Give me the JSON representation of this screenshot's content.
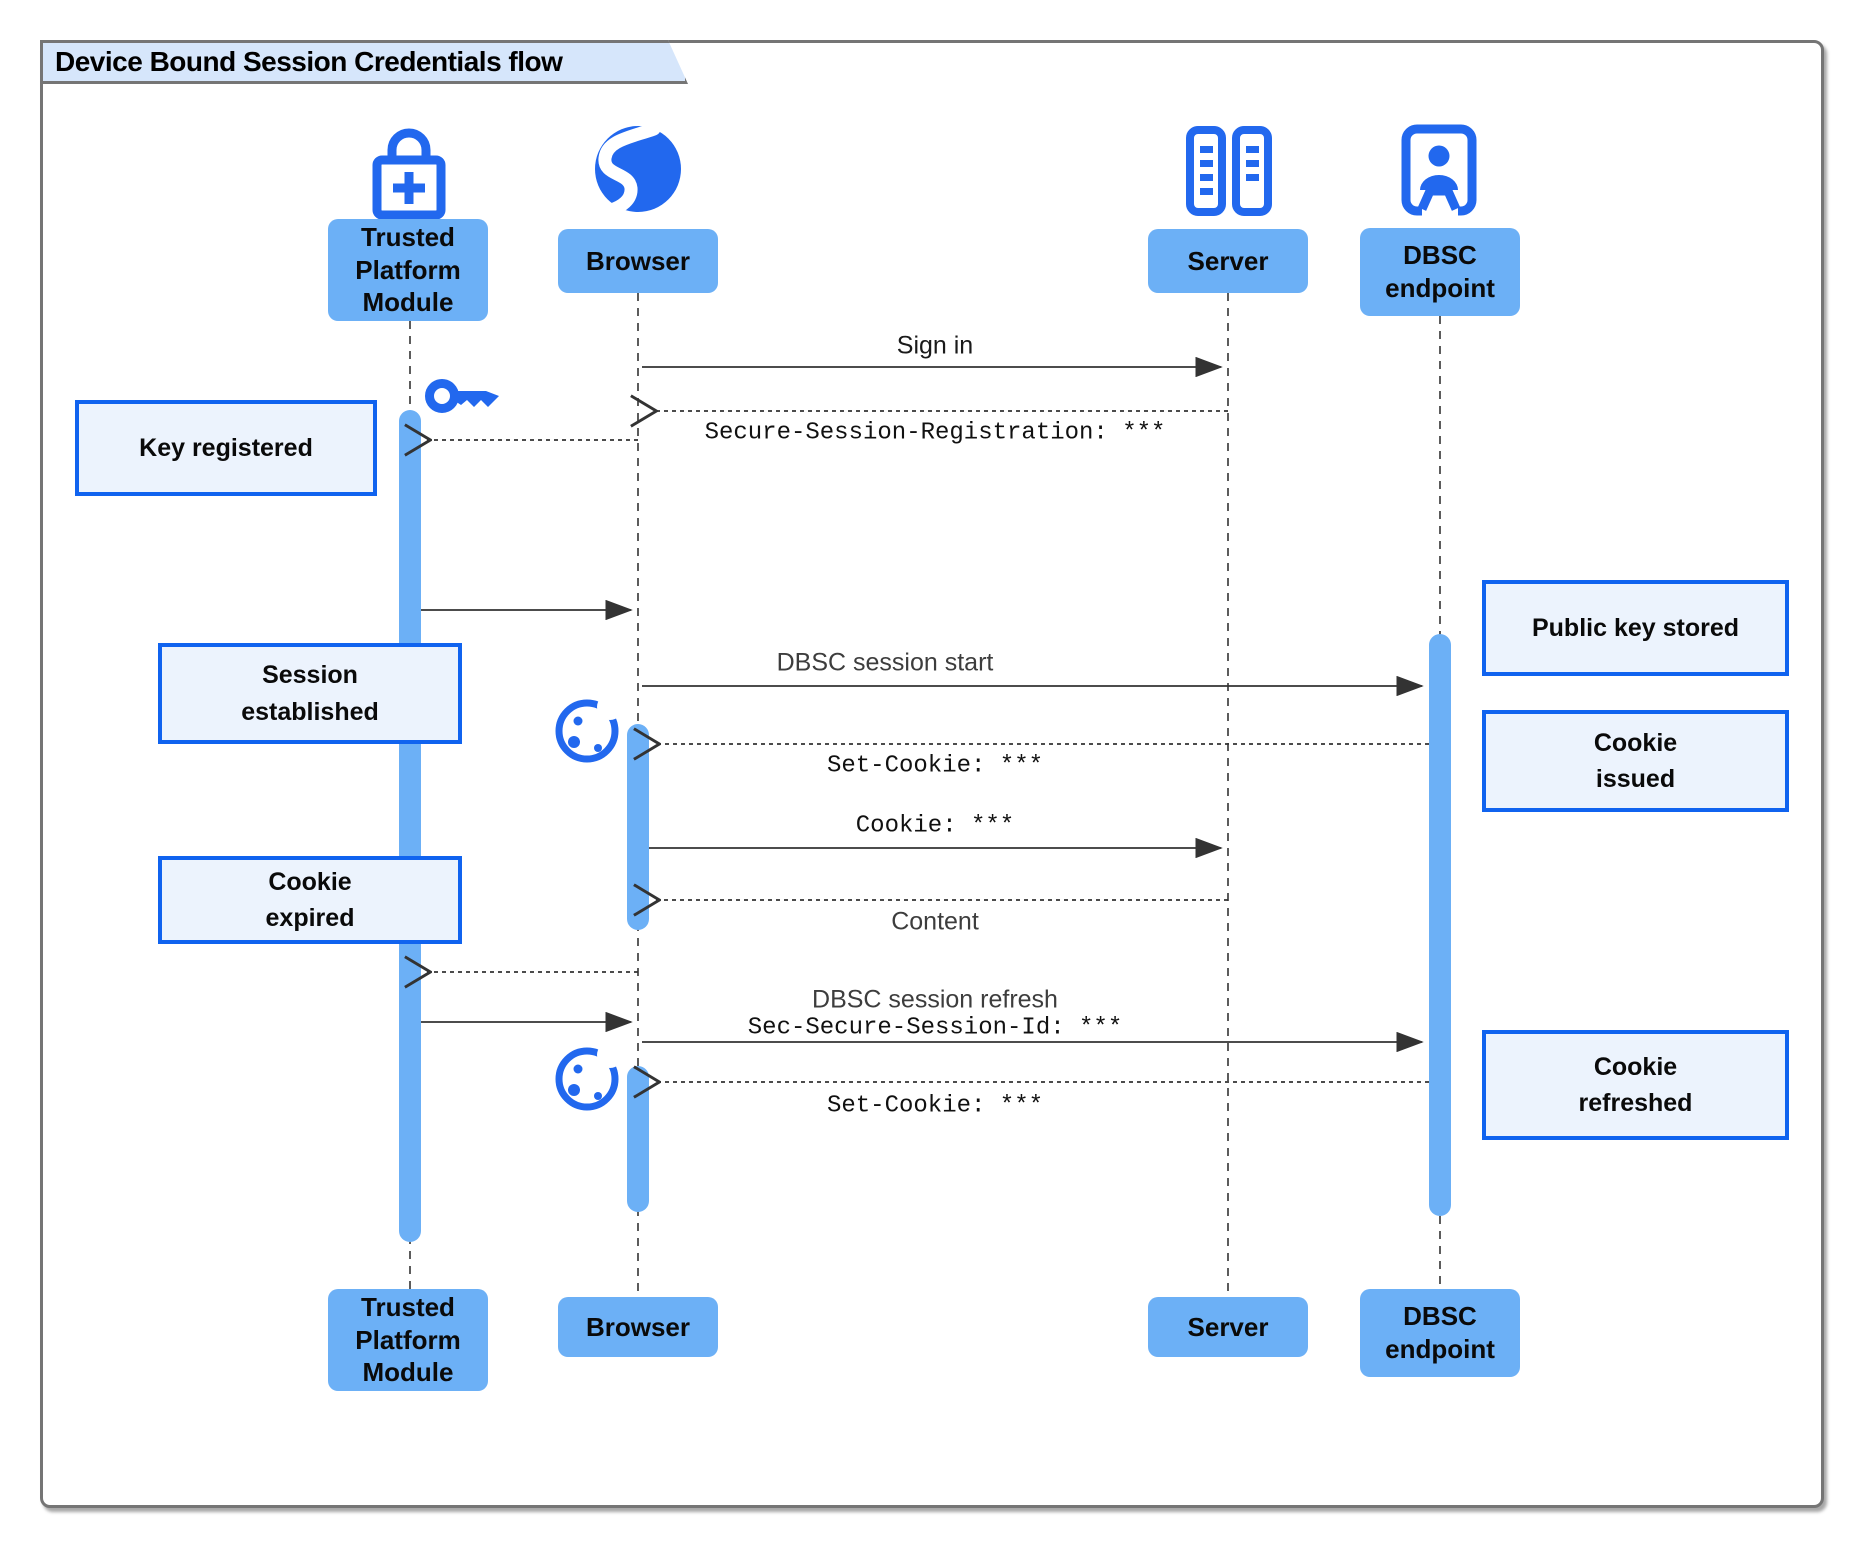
{
  "title": "Device Bound Session Credentials flow",
  "actors": {
    "tpm": "Trusted Platform Module",
    "browser": "Browser",
    "server": "Server",
    "dbsc": "DBSC endpoint"
  },
  "messages": {
    "sign_in": "Sign in",
    "registration": "Secure-Session-Registration: ***",
    "dbsc_session_start": "DBSC session start",
    "set_cookie_1": "Set-Cookie: ***",
    "cookie": "Cookie: ***",
    "content": "Content",
    "dbsc_session_refresh": "DBSC session refresh",
    "sec_secure_session_id": "Sec-Secure-Session-Id: ***",
    "set_cookie_2": "Set-Cookie: ***"
  },
  "notes": {
    "key_registered": "Key registered",
    "session_established": "Session\nestablished",
    "cookie_expired": "Cookie\nexpired",
    "public_key_stored": "Public key stored",
    "cookie_issued": "Cookie\nissued",
    "cookie_refreshed": "Cookie\nrefreshed"
  },
  "colors": {
    "actor_fill": "#6cb0f6",
    "icon_blue": "#2268ee",
    "note_fill": "#ecf3fd",
    "note_border": "#1063ef",
    "line": "#333333",
    "title_fill": "#d6e6fb",
    "frame_border": "#757575"
  }
}
